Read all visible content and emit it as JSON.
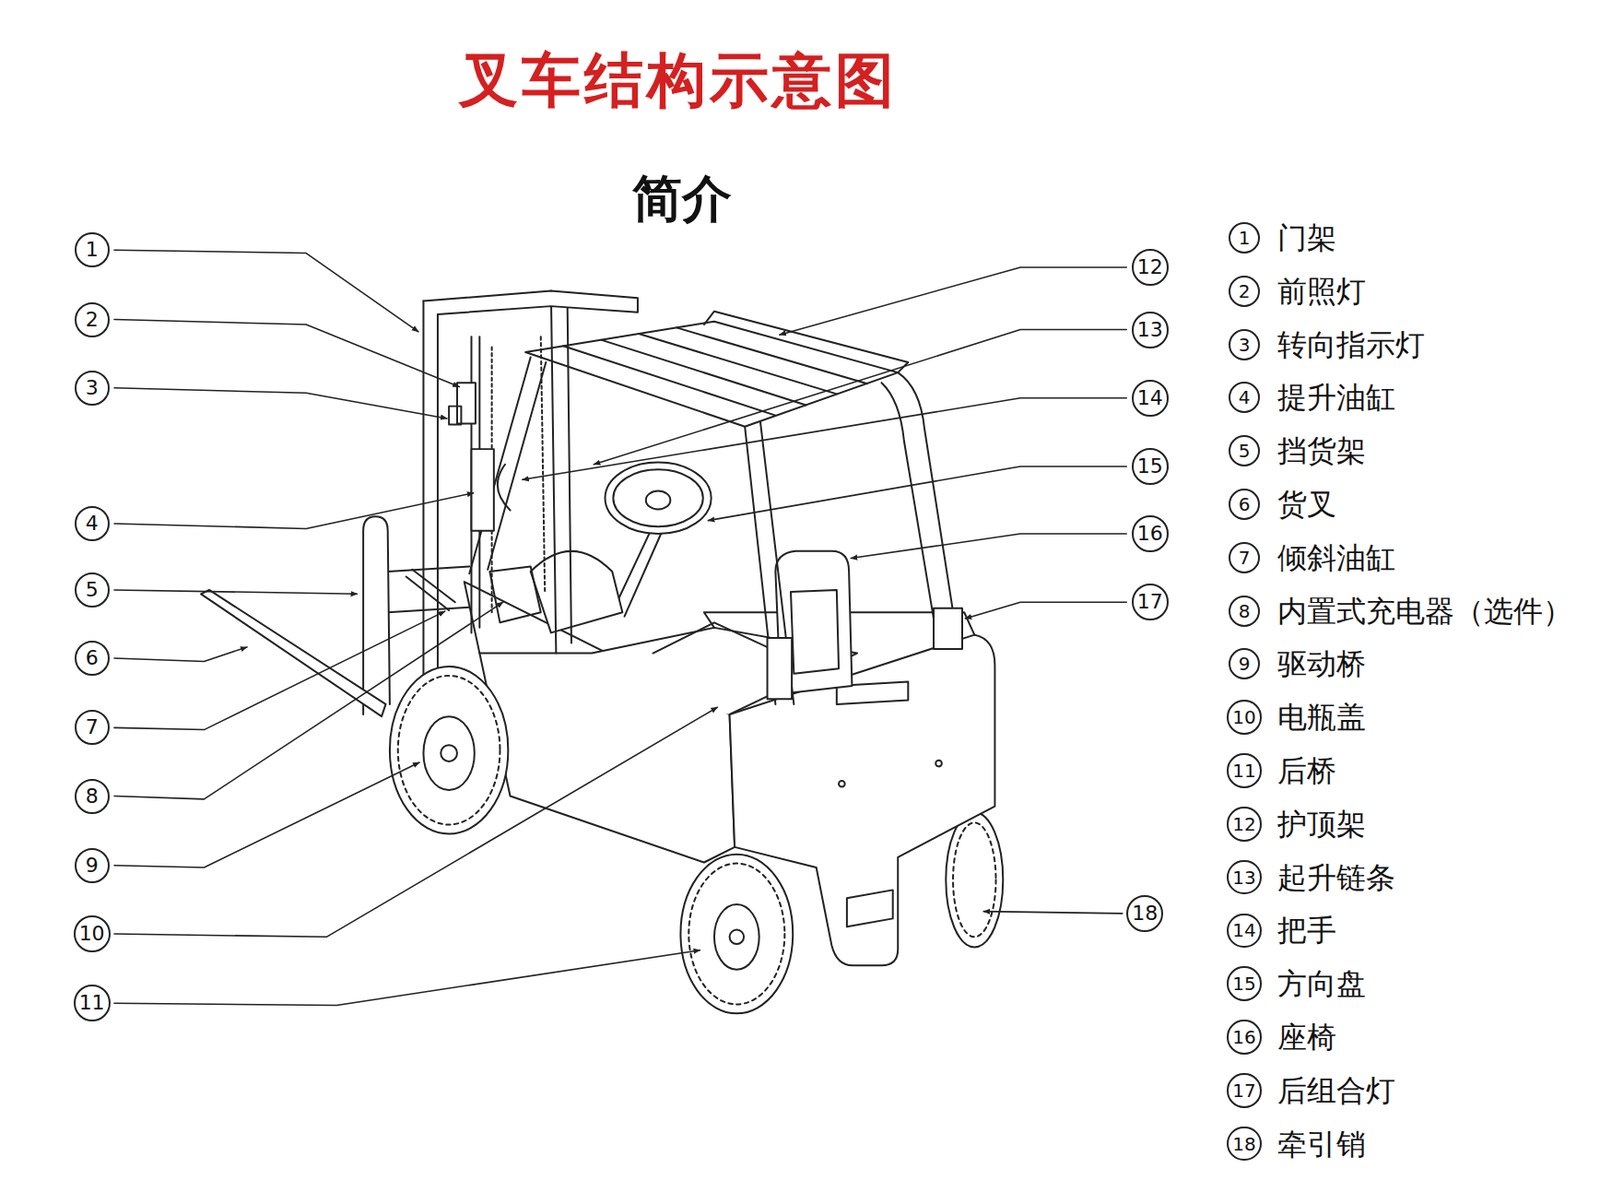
{
  "diagram": {
    "title": "叉车结构示意图",
    "nodes": [
      {
        "text": [
          "1"
        ]
      },
      {
        "text": [
          "2"
        ]
      },
      {
        "text": [
          "3"
        ]
      },
      {
        "text": [
          "4"
        ]
      },
      {
        "text": [
          "5"
        ]
      },
      {
        "text": [
          "6"
        ]
      },
      {
        "text": [
          "7"
        ]
      },
      {
        "text": [
          "8"
        ]
      },
      {
        "text": [
          "9"
        ]
      },
      {
        "text": [
          "10"
        ]
      },
      {
        "text": [
          "11"
        ]
      },
      {
        "text": [
          "12"
        ]
      },
      {
        "text": [
          "13"
        ]
      },
      {
        "text": [
          "14"
        ]
      },
      {
        "text": [
          "15"
        ]
      },
      {
        "text": [
          "16"
        ]
      },
      {
        "text": [
          "17"
        ]
      },
      {
        "text": [
          "18"
        ]
      },
      {
        "text": [
          "1"
        ]
      },
      {
        "text": [
          "2"
        ]
      },
      {
        "text": [
          "3"
        ]
      },
      {
        "text": [
          "4"
        ]
      },
      {
        "text": [
          "5"
        ]
      },
      {
        "text": [
          "6"
        ]
      },
      {
        "text": [
          "7"
        ]
      },
      {
        "text": [
          "8"
        ]
      },
      {
        "text": [
          "9"
        ]
      },
      {
        "text": [
          "10"
        ]
      },
      {
        "text": [
          "11"
        ]
      },
      {
        "text": [
          "12"
        ]
      },
      {
        "text": [
          "13"
        ]
      },
      {
        "text": [
          "14"
        ]
      },
      {
        "text": [
          "15"
        ]
      },
      {
        "text": [
          "16"
        ]
      },
      {
        "text": [
          "17"
        ]
      },
      {
        "text": [
          "18"
        ]
      }
    ],
    "labels": [
      "简介",
      "门架",
      "前照灯",
      "转向指示灯",
      "提升油缸",
      "挡货架",
      "货叉",
      "倾斜油缸",
      "内置式充电器（选件）",
      "驱动桥",
      "电瓶盖",
      "后桥",
      "护顶架",
      "起升链条",
      "把手",
      "方向盘",
      "座椅",
      "后组合灯",
      "牵引销"
    ]
  }
}
